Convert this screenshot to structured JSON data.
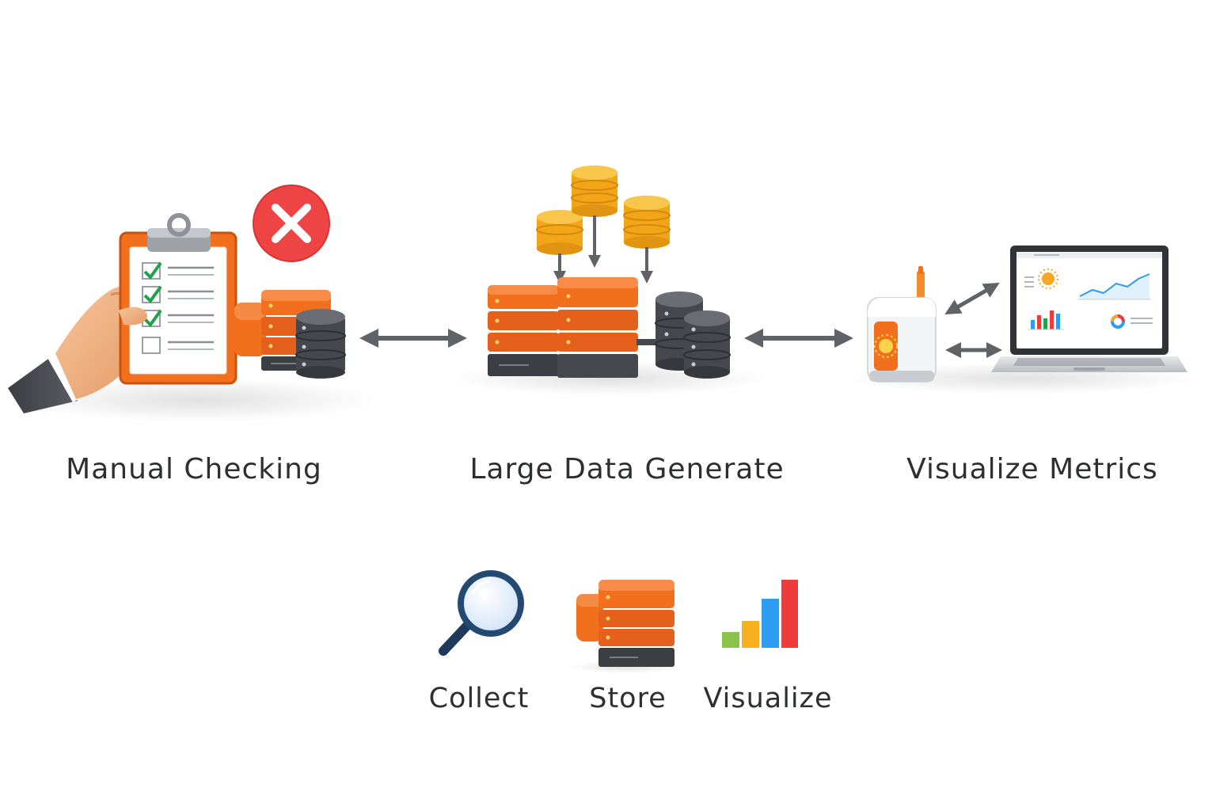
{
  "stages": [
    {
      "label": "Manual Checking",
      "icon": "clipboard-checklist-icon"
    },
    {
      "label": "Large Data Generate",
      "icon": "server-stack-icon"
    },
    {
      "label": "Visualize Metrics",
      "icon": "laptop-dashboard-icon"
    }
  ],
  "legend": [
    {
      "label": "Collect",
      "icon": "magnifier-icon"
    },
    {
      "label": "Store",
      "icon": "server-icon"
    },
    {
      "label": "Visualize",
      "icon": "bar-chart-icon"
    }
  ],
  "checklist": {
    "checked": [
      true,
      true,
      true,
      false
    ]
  },
  "colors": {
    "orange": "#f26f1d",
    "orange_dark": "#c9520f",
    "gold": "#f5b21e",
    "charcoal": "#45484d",
    "arrow": "#5f6368",
    "reject": "#ef4444",
    "check": "#23a04a",
    "chart_green": "#8bc34a",
    "chart_yellow": "#f5b21e",
    "chart_blue": "#2e9cf0",
    "chart_red": "#ef3b3b"
  }
}
